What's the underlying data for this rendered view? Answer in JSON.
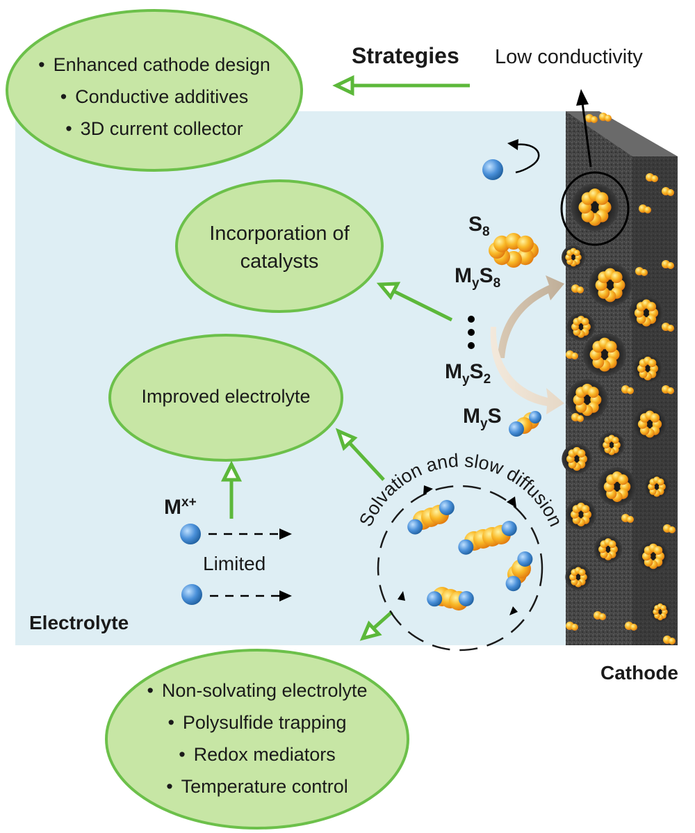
{
  "labels": {
    "strategies": "Strategies",
    "low_conductivity": "Low conductivity",
    "electrolyte": "Electrolyte",
    "cathode": "Cathode",
    "limited": "Limited",
    "solvation": "Solvation and slow diffusion"
  },
  "strategy_boxes": {
    "top": [
      "Enhanced cathode design",
      "Conductive additives",
      "3D current collector"
    ],
    "catalysts": "Incorporation of catalysts",
    "electrolyte": "Improved electrolyte",
    "bottom": [
      "Non-solvating electrolyte",
      "Polysulfide trapping",
      "Redox mediators",
      "Temperature control"
    ]
  },
  "species": {
    "s8": {
      "base": "S",
      "sub": "8"
    },
    "mys8": {
      "base1": "M",
      "sub1": "y",
      "base2": "S",
      "sub2": "8"
    },
    "mys2": {
      "base1": "M",
      "sub1": "y",
      "base2": "S",
      "sub2": "2"
    },
    "mys": {
      "base1": "M",
      "sub1": "y",
      "base2": "S"
    },
    "cation": {
      "base": "M",
      "sup": "x+"
    }
  },
  "colors": {
    "ellipse_fill": "#c7e6a5",
    "ellipse_stroke": "#6cc04a",
    "arrow_green": "#5cb83a",
    "electrolyte_bg": "#deeef4",
    "cathode_dark": "#3a3a3a",
    "sulfur_orange": "#f5a623",
    "ion_blue": "#4a90d9"
  }
}
